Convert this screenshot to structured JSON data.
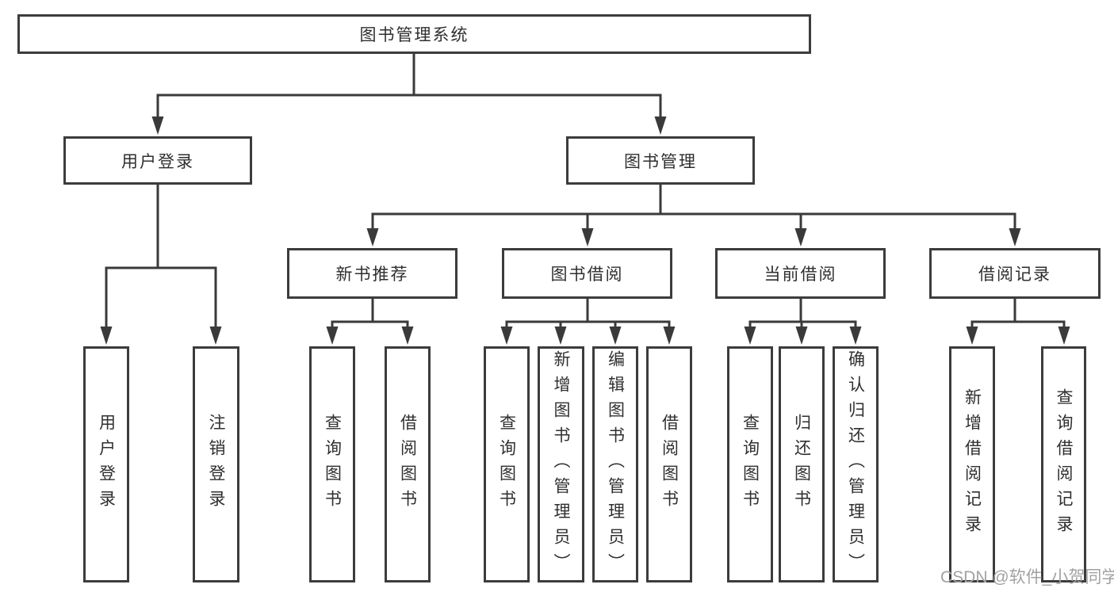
{
  "tree": {
    "root": "图书管理系统",
    "user_login": {
      "label": "用户登录",
      "children": [
        "用户登录",
        "注销登录"
      ]
    },
    "book_management": {
      "label": "图书管理",
      "sections": [
        {
          "label": "新书推荐",
          "children": [
            "查询图书",
            "借阅图书"
          ]
        },
        {
          "label": "图书借阅",
          "children": [
            "查询图书",
            "新增图书（管理员）",
            "编辑图书（管理员）",
            "借阅图书"
          ]
        },
        {
          "label": "当前借阅",
          "children": [
            "查询图书",
            "归还图书",
            "确认归还（管理员）"
          ]
        },
        {
          "label": "借阅记录",
          "children": [
            "新增借阅记录",
            "查询借阅记录"
          ]
        }
      ]
    }
  },
  "watermark": "CSDN @软件_小贺同学",
  "colors": {
    "line": "#3a3a3a",
    "border": "#3c3c3c",
    "text": "#2f2f2f",
    "watermark": "#a2a2a2",
    "background": "#ffffff"
  }
}
